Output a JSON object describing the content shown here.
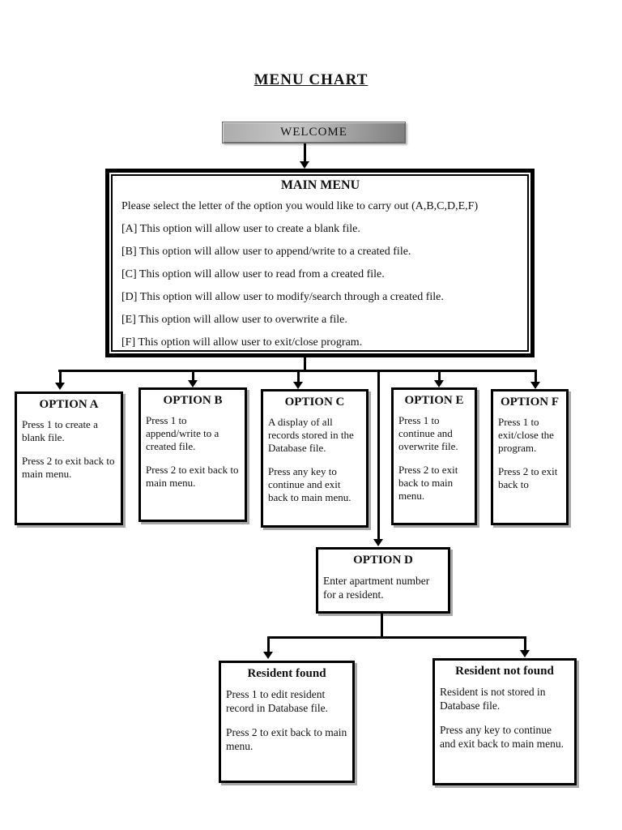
{
  "page_title": "MENU CHART",
  "welcome": {
    "label": "WELCOME"
  },
  "main_menu": {
    "title": "MAIN MENU",
    "lines": [
      "Please select the letter of the option you would like to carry out (A,B,C,D,E,F)",
      "[A] This option will allow user to create a blank file.",
      "[B] This option will allow user to append/write to a created file.",
      "[C] This option will allow user to read from a created file.",
      "[D] This option will allow user to modify/search through a created file.",
      "[E] This option will allow user to overwrite a file.",
      "[F] This option will allow user to exit/close program."
    ]
  },
  "options": [
    {
      "title": "OPTION A",
      "paragraphs": [
        "Press 1 to create a blank file.",
        "Press 2 to exit back to main menu."
      ]
    },
    {
      "title": "OPTION B",
      "paragraphs": [
        "Press 1 to append/write to a created file.",
        "Press 2 to exit back to main menu."
      ]
    },
    {
      "title": "OPTION C",
      "paragraphs": [
        "A display of all records stored in the Database file.",
        "Press any key to continue and exit back to main menu."
      ]
    },
    {
      "title": "OPTION E",
      "paragraphs": [
        "Press 1 to continue and overwrite file.",
        "Press 2 to exit back to main menu."
      ]
    },
    {
      "title": "OPTION F",
      "paragraphs": [
        "Press 1 to exit/close the program.",
        "Press 2 to exit back to"
      ]
    }
  ],
  "option_d": {
    "title": "OPTION D",
    "paragraphs": [
      "Enter apartment number for a resident."
    ]
  },
  "results": {
    "found": {
      "title": "Resident found",
      "paragraphs": [
        "Press 1 to edit resident record in Database file.",
        "Press 2 to exit back to main menu."
      ]
    },
    "not_found": {
      "title": "Resident not found",
      "paragraphs": [
        "Resident is not stored in Database file.",
        "Press any key to continue and exit back to main menu."
      ]
    }
  },
  "flow_edges": [
    "WELCOME -> MAIN MENU",
    "MAIN MENU -> OPTION A",
    "MAIN MENU -> OPTION B",
    "MAIN MENU -> OPTION C",
    "MAIN MENU -> OPTION D",
    "MAIN MENU -> OPTION E",
    "MAIN MENU -> OPTION F",
    "OPTION D -> Resident found",
    "OPTION D -> Resident not found"
  ],
  "colors": {
    "line": "#000000",
    "box_border": "#000000",
    "box_shadow": "#a9a9a9",
    "welcome_gradient_light": "#c6c6c6",
    "welcome_gradient_dark": "#7e7e7e",
    "background": "#ffffff",
    "text": "#111111"
  }
}
